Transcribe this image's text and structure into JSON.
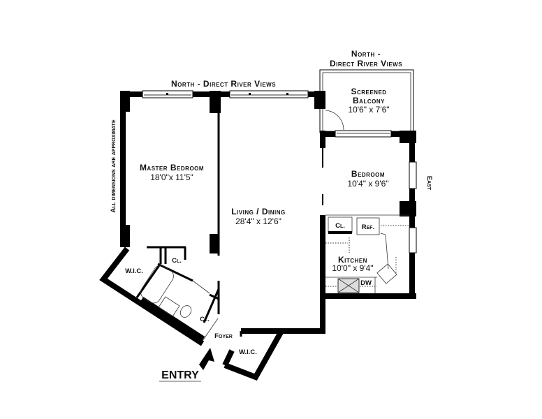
{
  "plan": {
    "north_label_main": "North - Direct River Views",
    "north_label_balcony_1": "North -",
    "north_label_balcony_2": "Direct River Views",
    "east_label": "East",
    "disclaimer": "All dimensions are approximate",
    "entry_label": "ENTRY",
    "rooms": {
      "balcony": {
        "name_1": "Screened",
        "name_2": "Balcony",
        "size": "10'6\" x 7'6\""
      },
      "master_bedroom": {
        "name": "Master Bedroom",
        "size": "18'0\"x 11'5\""
      },
      "living_dining": {
        "name": "Living / Dining",
        "size": "28'4\" x 12'6\""
      },
      "bedroom": {
        "name": "Bedroom",
        "size": "10'4\" x 9'6\""
      },
      "kitchen": {
        "name": "Kitchen",
        "size": "10'0\" x 9'4\""
      },
      "foyer": {
        "name": "Foyer"
      }
    },
    "labels": {
      "wic_master": "W.I.C.",
      "cl_master": "Cl.",
      "cl_foyer": "Cl.",
      "wic_foyer": "W.I.C.",
      "cl_kitchen": "Cl.",
      "ref": "Ref.",
      "dw": "DW"
    }
  }
}
